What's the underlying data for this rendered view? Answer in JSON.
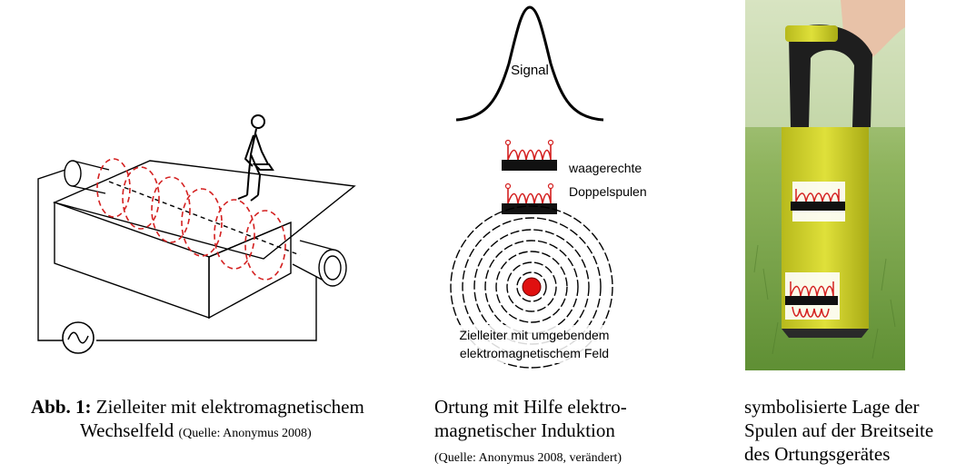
{
  "panel_left": {
    "caption_prefix": "Abb. 1:",
    "caption_line1": "Zielleiter mit elektromagnetischem",
    "caption_line2": "Wechselfeld",
    "caption_source": "(Quelle: Anonymus 2008)",
    "generator_icon": "ac-source-icon",
    "person_icon": "operator-icon"
  },
  "panel_middle": {
    "signal_label": "Signal",
    "coil_label_line1": "waagerechte",
    "coil_label_line2": "Doppelspulen",
    "field_label_line1": "Zielleiter mit umgebendem",
    "field_label_line2": "elektromagnetischem Feld",
    "caption_line1": "Ortung mit Hilfe elektro-",
    "caption_line2": "magnetischer Induktion",
    "caption_source": "(Quelle: Anonymus 2008, verändert)"
  },
  "panel_right": {
    "caption_line1": "symbolisierte Lage der",
    "caption_line2": "Spulen auf der Breitseite",
    "caption_line3": "des Ortungsgerätes"
  },
  "colors": {
    "field_red": "#d42020",
    "device_yellow": "#d4d62a",
    "grass_green": "#7aa84a"
  }
}
